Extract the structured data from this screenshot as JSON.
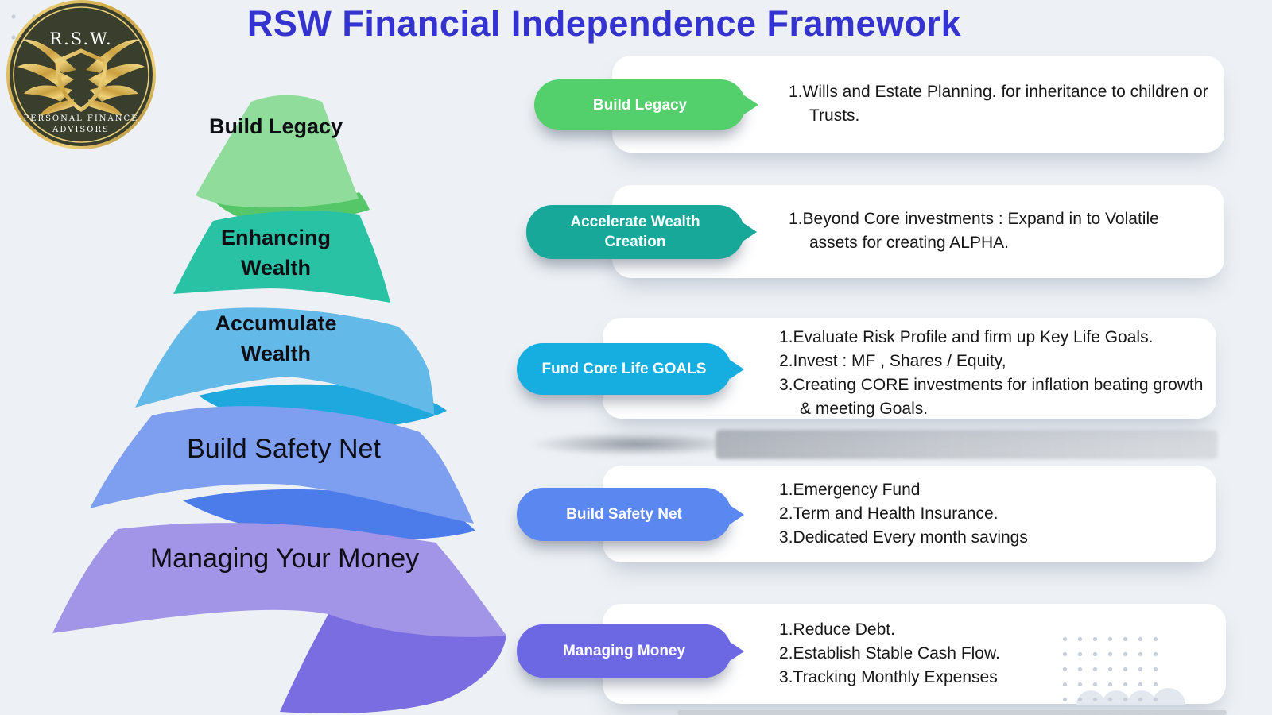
{
  "title": "RSW Financial Independence Framework",
  "title_color": "#3533cf",
  "background_color": "#edf1f5",
  "logo": {
    "monogram": "R.S.W.",
    "tagline_line1": "PERSONAL FINANCE",
    "tagline_line2": "ADVISORS",
    "disc_color": "#3a3e2c",
    "gold_color": "#d8b254"
  },
  "pyramid": {
    "levels": [
      {
        "label": "Build Legacy",
        "band_color": "#8fdc9b",
        "accent_color": "#55c768"
      },
      {
        "label": "Enhancing Wealth",
        "band_color": "#29c2a4",
        "accent_color": ""
      },
      {
        "label": "Accumulate Wealth",
        "band_color": "#63bae9",
        "accent_color": "#1fa8de"
      },
      {
        "label": "Build Safety Net",
        "band_color": "#7e9ef0",
        "accent_color": "#4c7bea"
      },
      {
        "label": "Managing Your Money",
        "band_color": "#a294e7",
        "accent_color": "#7a6ce1"
      }
    ]
  },
  "cards": [
    {
      "pill": "Build Legacy",
      "color": "#53cf6c",
      "items": [
        "Wills and Estate Planning. for inheritance to children or Trusts."
      ]
    },
    {
      "pill": "Accelerate Wealth Creation",
      "color": "#18a89a",
      "items": [
        "Beyond Core investments : Expand in to Volatile assets for creating ALPHA."
      ]
    },
    {
      "pill": "Fund Core Life GOALS",
      "color": "#16ade1",
      "items": [
        "Evaluate Risk Profile and firm up Key Life Goals.",
        "Invest : MF , Shares / Equity,",
        "Creating CORE investments for inflation beating growth & meeting Goals."
      ]
    },
    {
      "pill": "Build Safety Net",
      "color": "#5a87f0",
      "items": [
        "Emergency Fund",
        "Term and Health Insurance.",
        "Dedicated Every month savings"
      ]
    },
    {
      "pill": "Managing Money",
      "color": "#6c68e4",
      "items": [
        "Reduce Debt.",
        "Establish Stable Cash Flow.",
        "Tracking Monthly Expenses"
      ]
    }
  ]
}
